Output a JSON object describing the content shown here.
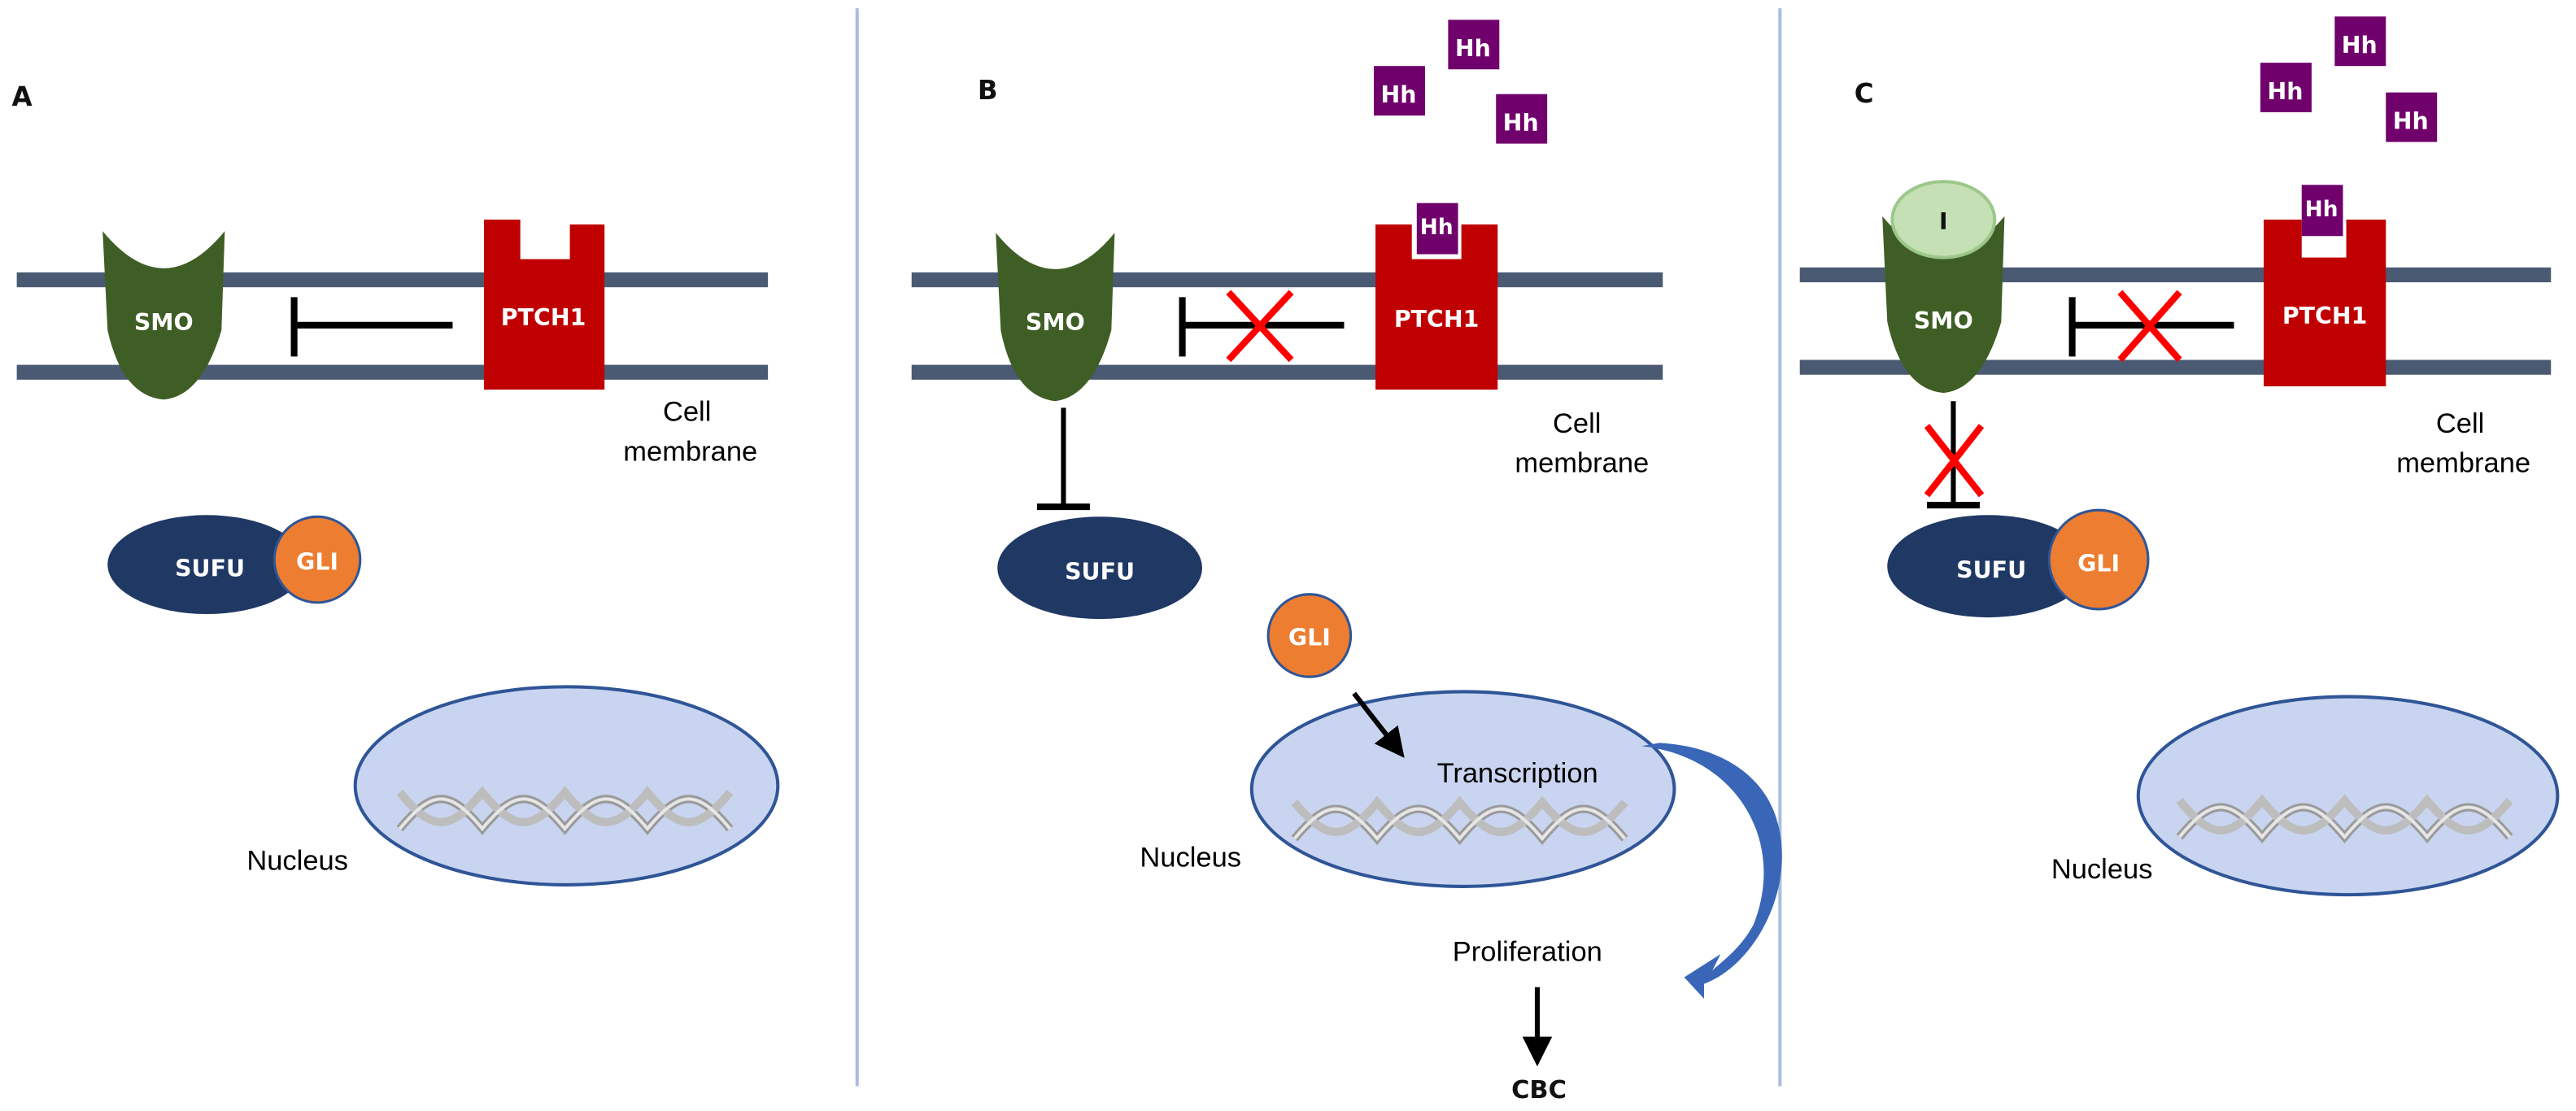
{
  "figure": {
    "colors": {
      "membrane": "#4a5a73",
      "smo": "#3f5e25",
      "ptch1": "#c00000",
      "hh": "#70006b",
      "sufu": "#1f3864",
      "gli": "#ed7d31",
      "nucleus_fill": "#c9d4f0",
      "nucleus_stroke": "#2f5597",
      "inhibitor": "#c5e0b4",
      "cross": "#ff0000",
      "curved_arrow": "#3a66b8",
      "divider": "#a9bde0"
    },
    "panels": [
      {
        "id": "A",
        "label": "A",
        "smo": "SMO",
        "ptch1": "PTCH1",
        "membrane_label": [
          "Cell",
          "membrane"
        ],
        "complex": [
          "SUFU",
          "GLI"
        ],
        "nucleus_label": "Nucleus",
        "inhibition_blocked": false
      },
      {
        "id": "B",
        "label": "B",
        "hh_free": [
          "Hh",
          "Hh",
          "Hh"
        ],
        "hh_bound": "Hh",
        "smo": "SMO",
        "ptch1": "PTCH1",
        "membrane_label": [
          "Cell",
          "membrane"
        ],
        "sufu": "SUFU",
        "gli": "GLI",
        "nucleus_label": "Nucleus",
        "transcription": "Transcription",
        "proliferation": "Proliferation",
        "outcome": "CBC",
        "inhibition_blocked": true
      },
      {
        "id": "C",
        "label": "C",
        "hh_free": [
          "Hh",
          "Hh",
          "Hh"
        ],
        "hh_bound": "Hh",
        "inhibitor": "I",
        "smo": "SMO",
        "ptch1": "PTCH1",
        "membrane_label": [
          "Cell",
          "membrane"
        ],
        "complex": [
          "SUFU",
          "GLI"
        ],
        "nucleus_label": "Nucleus",
        "inhibition_blocked": true,
        "smo_sufu_blocked": true
      }
    ]
  }
}
